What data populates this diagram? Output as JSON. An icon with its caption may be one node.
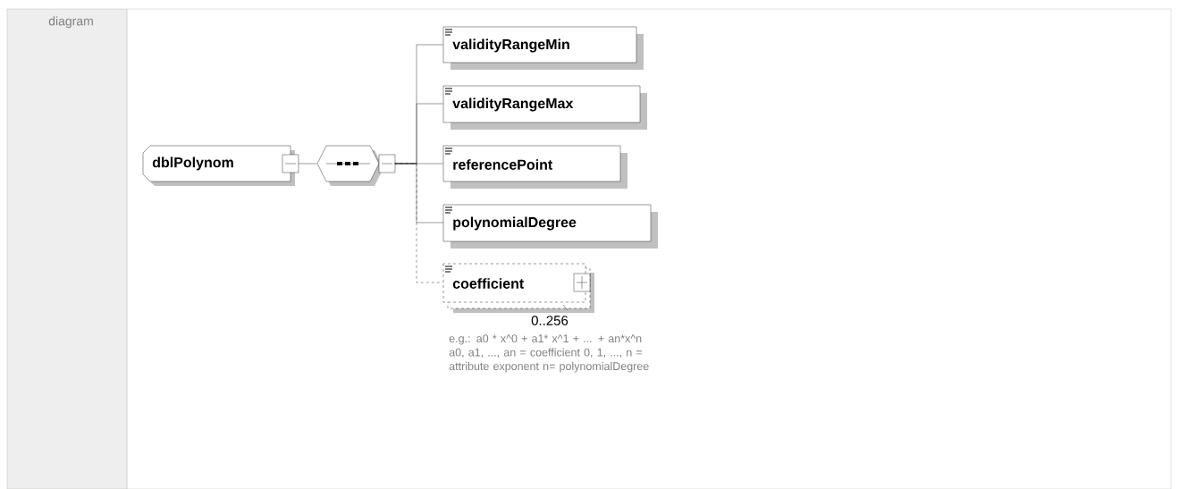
{
  "diagram": {
    "nodes": [
      {
        "text": [
          "dblPolynom"
        ]
      },
      {
        "text": [],
        "shape": "octagon"
      },
      {
        "text": [
          "validityRangeMin"
        ]
      },
      {
        "text": [
          "validityRangeMax"
        ]
      },
      {
        "text": [
          "referencePoint"
        ]
      },
      {
        "text": [
          "polynomialDegree"
        ]
      },
      {
        "text": [
          "coefficient"
        ],
        "beside": [
          "0..256",
          "e.g.: a0 * x^0 + a1* x^1 + ... + an*x^n a0, a1, ..., an = coefficient 0, 1, ..., n = attribute exponent n= polynomialDegree"
        ]
      }
    ],
    "edges": [
      {
        "from": 0,
        "to": 1,
        "arrow": "none"
      },
      {
        "from": 1,
        "to": 2,
        "arrow": "none"
      },
      {
        "from": 1,
        "to": 3,
        "arrow": "none"
      },
      {
        "from": 1,
        "to": 4,
        "arrow": "none"
      },
      {
        "from": 1,
        "to": 5,
        "arrow": "none"
      },
      {
        "from": 1,
        "to": 6,
        "arrow": "none",
        "style": "dashed"
      }
    ],
    "labels": [
      "diagram"
    ]
  }
}
